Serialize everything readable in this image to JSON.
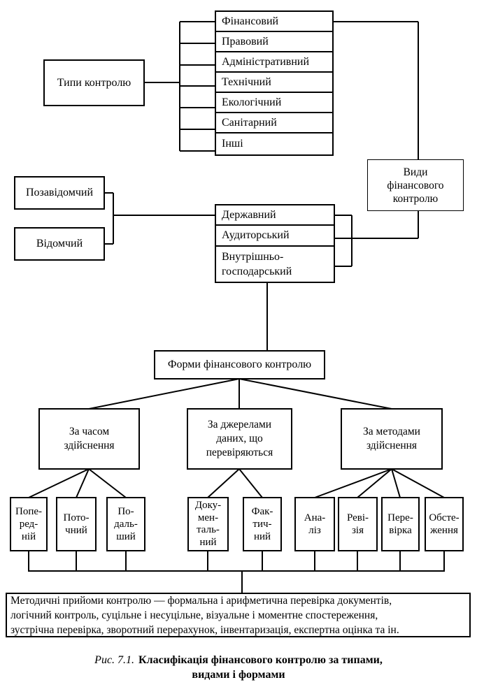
{
  "figure": {
    "types": {
      "label": "Типи контролю",
      "items": [
        "Фінансовий",
        "Правовий",
        "Адміністративний",
        "Технічний",
        "Екологічний",
        "Санітарний",
        "Інші"
      ]
    },
    "vydy": {
      "label": "Види\nфінансового\nконтролю"
    },
    "subordination": [
      "Позавідомчий",
      "Відомчий"
    ],
    "kinds": [
      "Державний",
      "Аудиторський",
      "Внутрішньо-\nгосподарський"
    ],
    "forms": {
      "label": "Форми фінансового контролю"
    },
    "branches": [
      "За часом\nздійснення",
      "За джерелами\nданих, що\nперевіряються",
      "За методами\nздійснення"
    ],
    "leaves": [
      "Попе-\nред-\nній",
      "Пото-\nчний",
      "По-\nдаль-\nший",
      "Доку-\nмен-\nталь-\nний",
      "Фак-\nтич-\nний",
      "Ана-\nліз",
      "Реві-\nзія",
      "Пере-\nвірка",
      "Обсте-\nження"
    ],
    "methods": "Методичні прийоми контролю — формальна і арифметична перевірка документів,\nлогічний контроль, суцільне і несуцільне, візуальне і моментне спостереження,\nзустрічна перевірка, зворотний перерахунок, інвентаризація, експертна оцінка та ін.",
    "caption": {
      "prefix": "Рис. 7.1.",
      "text": "Класифікація фінансового контролю за типами,\nвидами і формами"
    },
    "line_color": "#000000",
    "background_color": "#ffffff"
  }
}
